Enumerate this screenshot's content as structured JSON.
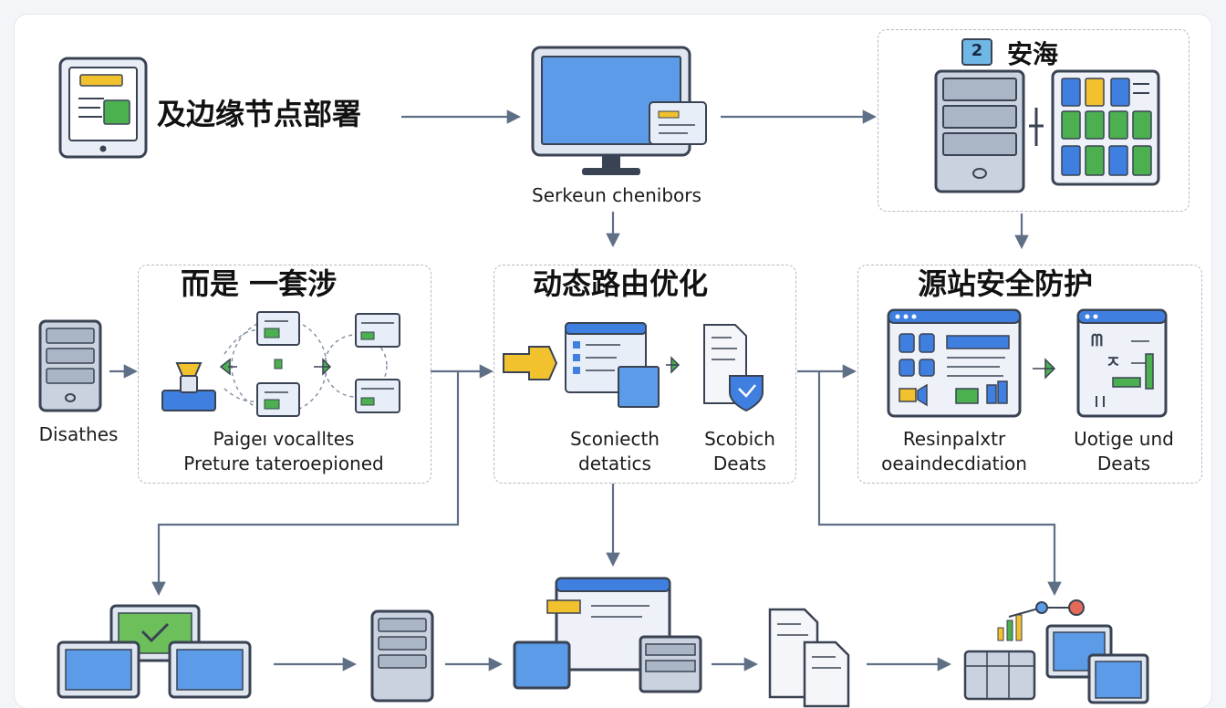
{
  "top_row": {
    "left_title": "及边缘节点部署",
    "center_label": "Serkeun chenibors",
    "right_badge": "2",
    "right_title": "安海"
  },
  "middle_row": {
    "left_server_label": "Disathes",
    "box1": {
      "title": "而是 一套涉",
      "label_line1": "Paigeı vocalltes",
      "label_line2": "Preture tateroepioned"
    },
    "box2": {
      "title": "动态路由优化",
      "label_left_line1": "Sconiecth",
      "label_left_line2": "detatics",
      "label_right_line1": "Scobich",
      "label_right_line2": "Deats"
    },
    "box3": {
      "title": "源站安全防护",
      "label_left_line1": "Resinpalxtr",
      "label_left_line2": "oeaindecdiation",
      "label_right_line1": "Uotige und",
      "label_right_line2": "Deats",
      "glyph_text_1": "ᗰ",
      "glyph_text_2": "ㅈ"
    }
  },
  "colors": {
    "accent_blue": "#3f7fe0",
    "screen_blue": "#5b9be8",
    "green": "#4caf50",
    "yellow": "#f2c12e",
    "arrow": "#5f6f86",
    "outline": "#3a4353"
  }
}
